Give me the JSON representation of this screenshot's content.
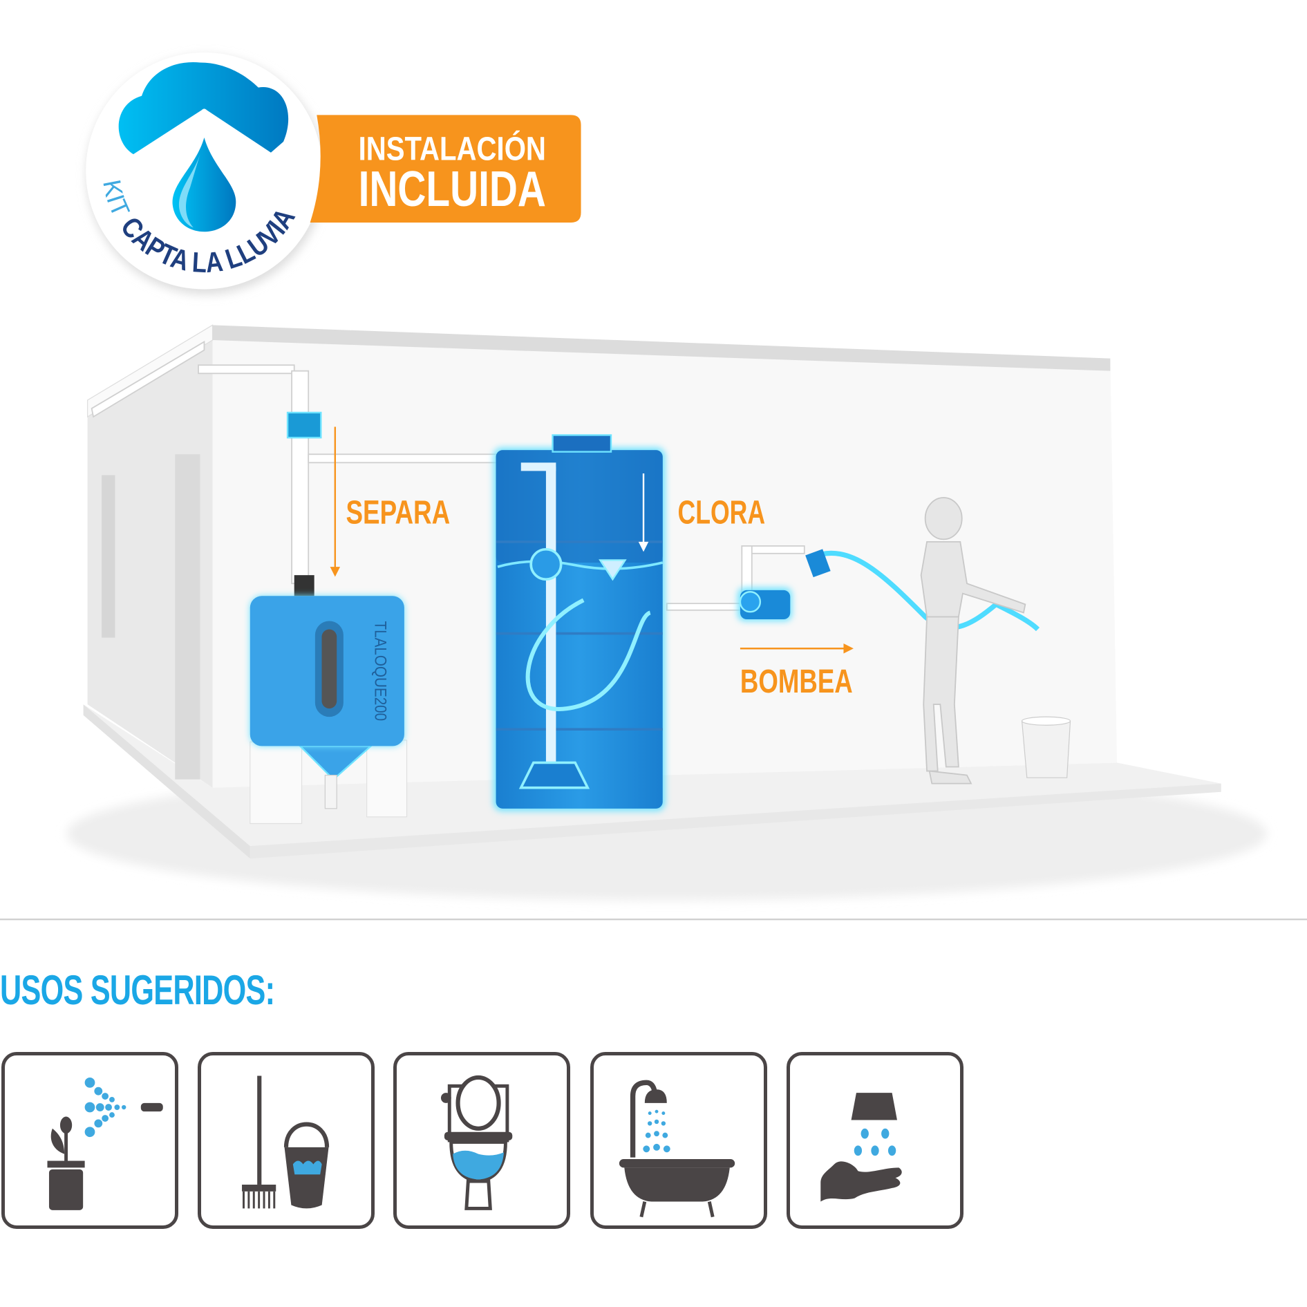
{
  "logo": {
    "kit": "KIT",
    "name": "CAPTA LA LLUVIA"
  },
  "badge": {
    "line1": "INSTALACIÓN",
    "line2": "INCLUIDA"
  },
  "diagram": {
    "tank_label": "TLALOQUE200",
    "step_separate": "SEPARA",
    "step_chlorinate": "CLORA",
    "step_pump": "BOMBEA"
  },
  "uses": {
    "title": "USOS SUGERIDOS:",
    "items": [
      {
        "icon": "garden-watering-icon"
      },
      {
        "icon": "floor-cleaning-icon"
      },
      {
        "icon": "toilet-icon"
      },
      {
        "icon": "bathtub-shower-icon"
      },
      {
        "icon": "hand-washing-icon"
      }
    ]
  },
  "colors": {
    "orange": "#f7941d",
    "blue": "#1aa7e6",
    "navy": "#1f3f7f",
    "icon_gray": "#4a4546",
    "tank_blue": "#2a93de",
    "glow": "#6fe3ff"
  }
}
